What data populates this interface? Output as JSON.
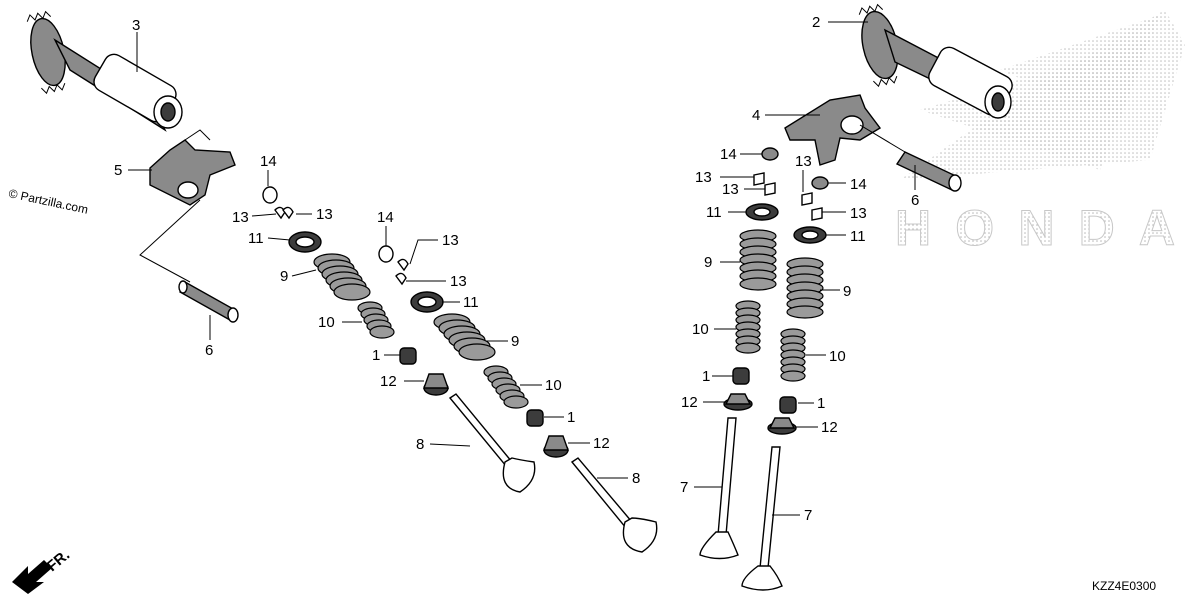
{
  "diagram": {
    "watermark": "© Partzilla.com",
    "brand_logo_text": "HONDA",
    "direction_label": "FR.",
    "diagram_code": "KZZ4E0300",
    "parts": [
      {
        "num": "1"
      },
      {
        "num": "2"
      },
      {
        "num": "3"
      },
      {
        "num": "4"
      },
      {
        "num": "5"
      },
      {
        "num": "6"
      },
      {
        "num": "7"
      },
      {
        "num": "8"
      },
      {
        "num": "9"
      },
      {
        "num": "10"
      },
      {
        "num": "11"
      },
      {
        "num": "12"
      },
      {
        "num": "13"
      },
      {
        "num": "14"
      }
    ]
  },
  "colors": {
    "line": "#000000",
    "shade": "#8a8a8a",
    "dark": "#3c3c3c",
    "logo_dots": "#b8b8b8"
  }
}
